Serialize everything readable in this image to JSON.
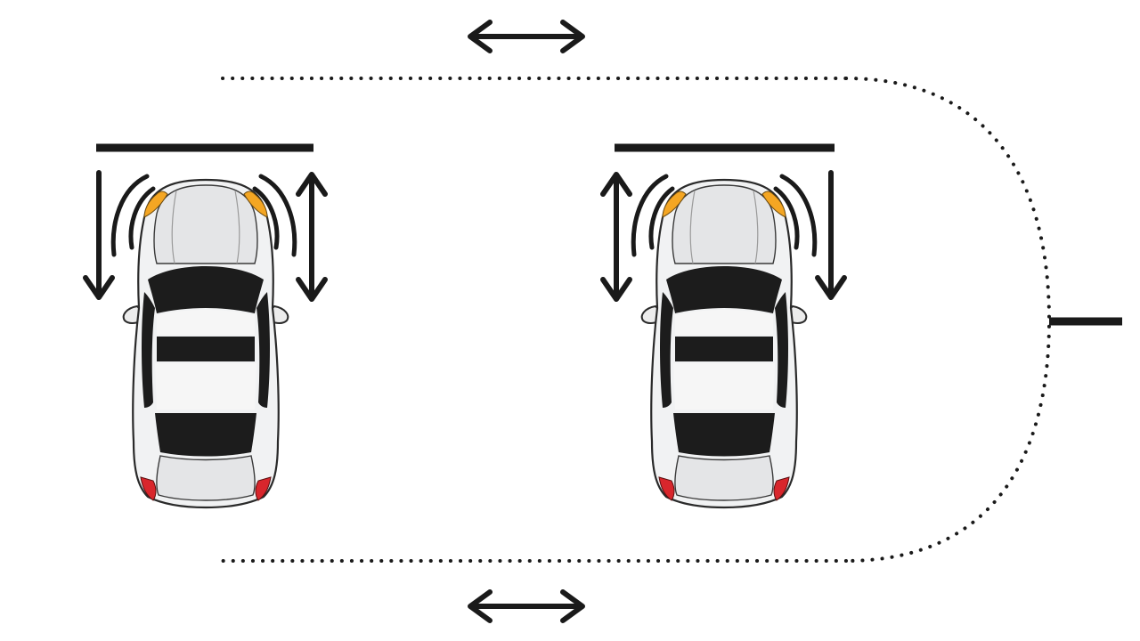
{
  "diagram": {
    "description_kind": "parking-maneuver illustration",
    "colors": {
      "ink": "#1a1a1a",
      "car_body": "#f1f2f3",
      "glass": "#1c1c1c",
      "headlight": "#f4a623",
      "taillight": "#d8262c"
    },
    "cars": [
      {
        "id": "left-car",
        "icon": "car-top-view-icon"
      },
      {
        "id": "right-car",
        "icon": "car-top-view-icon"
      }
    ],
    "arrows": [
      {
        "id": "top-horizontal",
        "icon": "double-arrow-horizontal-icon"
      },
      {
        "id": "bottom-horizontal",
        "icon": "double-arrow-horizontal-icon"
      },
      {
        "id": "left-car-down",
        "icon": "arrow-down-icon"
      },
      {
        "id": "left-car-updown",
        "icon": "double-arrow-vertical-icon"
      },
      {
        "id": "right-car-updown",
        "icon": "double-arrow-vertical-icon"
      },
      {
        "id": "right-car-down",
        "icon": "arrow-down-icon"
      }
    ]
  }
}
